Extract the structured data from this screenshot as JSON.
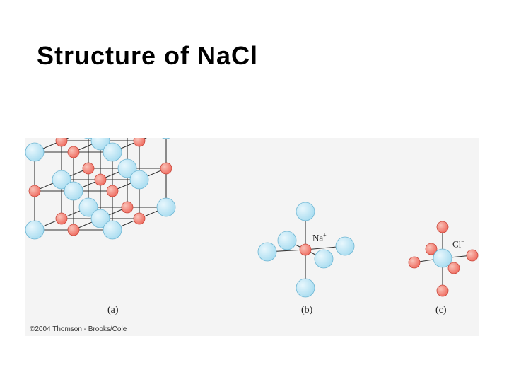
{
  "slide": {
    "title": "Structure of NaCl"
  },
  "figure": {
    "colors": {
      "sodium": "#a8dcf0",
      "chloride": "#ef6b5f",
      "bond": "#333333",
      "panel": "#f4f4f4"
    },
    "captions": {
      "a": "(a)",
      "b": "(b)",
      "c": "(c)"
    },
    "labels": {
      "na_symbol": "Na",
      "na_charge": "+",
      "cl_symbol": "Cl",
      "cl_charge": "−"
    },
    "credit": "©2004 Thomson - Brooks/Cole"
  }
}
